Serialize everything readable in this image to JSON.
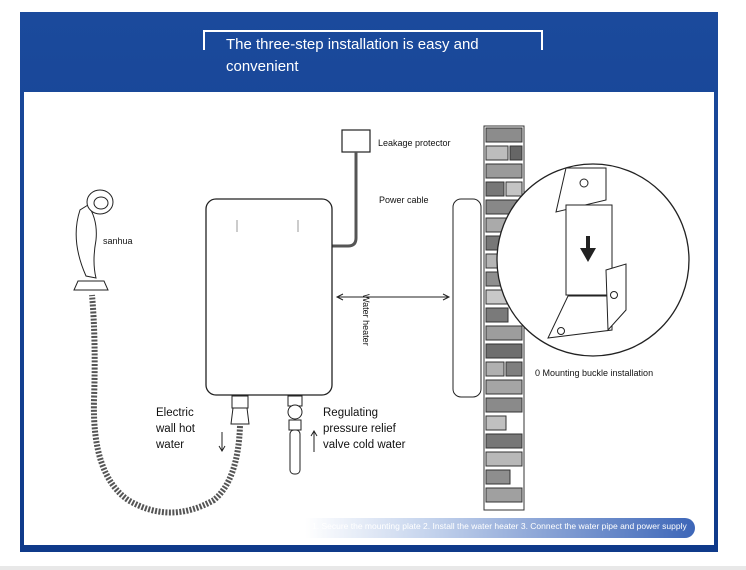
{
  "header": {
    "title": "The three-step installation is easy and convenient"
  },
  "labels": {
    "leakage_protector": "Leakage protector",
    "power_cable": "Power cable",
    "sanhua": "sanhua",
    "water_heater": "Water heater",
    "electric_line1": "Electric",
    "electric_line2": "wall hot",
    "electric_line3": "water",
    "regulating_line1": "Regulating",
    "regulating_line2": "pressure relief",
    "regulating_line3": "valve cold water",
    "mounting": "0 Mounting buckle installation"
  },
  "footer": {
    "steps": "1. Secure the mounting plate 2. Install the water heater 3. Connect the water pipe and power supply"
  },
  "colors": {
    "frame": "#1b4a9c",
    "brick": "#8c8c8c"
  }
}
